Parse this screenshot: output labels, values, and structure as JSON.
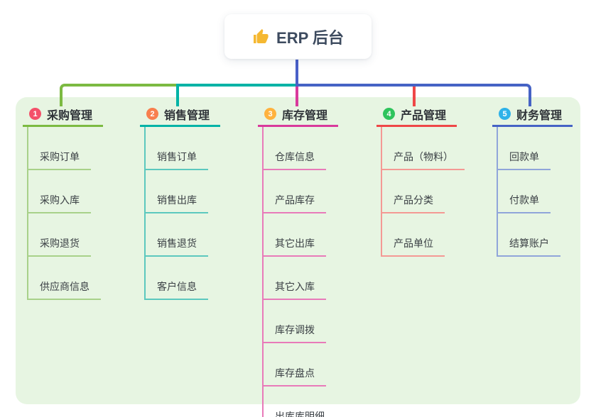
{
  "root_topic": {
    "icon": "thumbs-up-icon",
    "label": "ERP 后台"
  },
  "panel": {
    "background": "#e7f5e2"
  },
  "connector": {
    "root_line_color": "#4a60c8"
  },
  "branches": [
    {
      "num": "1",
      "title": "采购管理",
      "color": "#7cba42",
      "light": "#a8d189",
      "badge": "#f4506a",
      "children": [
        "采购订单",
        "采购入库",
        "采购退货",
        "供应商信息"
      ]
    },
    {
      "num": "2",
      "title": "销售管理",
      "color": "#00b3a6",
      "light": "#5cc8be",
      "badge": "#f87f4e",
      "children": [
        "销售订单",
        "销售出库",
        "销售退货",
        "客户信息"
      ]
    },
    {
      "num": "3",
      "title": "库存管理",
      "color": "#d93a9c",
      "light": "#e87ab9",
      "badge": "#ffb23e",
      "children": [
        "仓库信息",
        "产品库存",
        "其它出库",
        "其它入库",
        "库存调拨",
        "库存盘点",
        "出库库明细"
      ]
    },
    {
      "num": "4",
      "title": "产品管理",
      "color": "#ef4747",
      "light": "#f49994",
      "badge": "#2ec45c",
      "children": [
        "产品（物料）",
        "产品分类",
        "产品单位"
      ]
    },
    {
      "num": "5",
      "title": "财务管理",
      "color": "#4663c5",
      "light": "#90a5da",
      "badge": "#2eb2e9",
      "children": [
        "回款单",
        "付款单",
        "结算账户"
      ]
    }
  ]
}
